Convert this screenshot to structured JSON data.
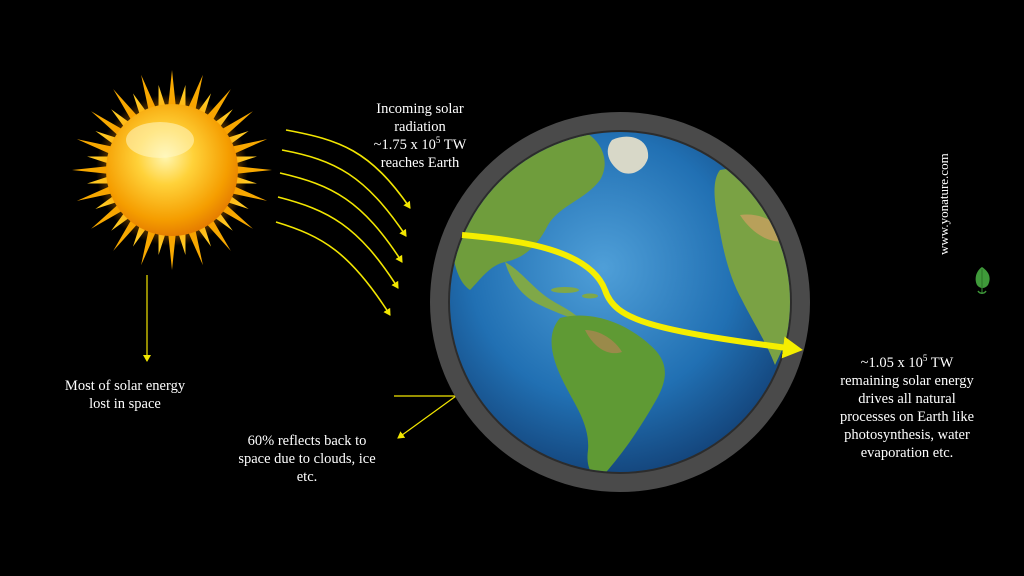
{
  "labels": {
    "incoming_1": "Incoming solar",
    "incoming_2": "radiation",
    "incoming_3_pre": "~1.75 x 10",
    "incoming_3_exp": "5",
    "incoming_3_post": " TW",
    "incoming_4": "reaches Earth",
    "lost_1": "Most of solar energy",
    "lost_2": "lost in space",
    "reflect_1": "60% reflects back to",
    "reflect_2": "space due to clouds, ice",
    "reflect_3": "etc.",
    "remaining_1_pre": "~1.05 x 10",
    "remaining_1_exp": "5",
    "remaining_1_post": " TW",
    "remaining_2": "remaining  solar energy",
    "remaining_3": "drives all natural",
    "remaining_4": "processes on Earth like",
    "remaining_5": "photosynthesis,  water",
    "remaining_6": "evaporation etc."
  },
  "watermark": "www.yonature.com",
  "colors": {
    "background": "#000000",
    "sun": "#f7b500",
    "arrows": "#f2e600",
    "atmosphere": "#4a4a4a",
    "ocean": "#1f6fb0",
    "land": "#6b9a3a"
  }
}
